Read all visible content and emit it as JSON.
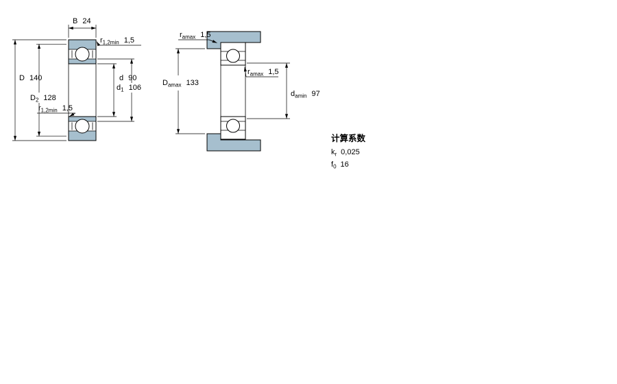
{
  "title": "Bearing dimension drawing",
  "drawing": {
    "fill_color": "#a6bfce",
    "line_color": "#000000",
    "background": "#ffffff"
  },
  "left_view": {
    "dim_B": {
      "symbol": "B",
      "value": "24"
    },
    "dim_r_top": {
      "symbol": "r",
      "sub": "1,2min",
      "value": "1,5"
    },
    "dim_D": {
      "symbol": "D",
      "value": "140"
    },
    "dim_D2": {
      "symbol": "D",
      "sub": "2",
      "value": "128"
    },
    "dim_d": {
      "symbol": "d",
      "value": "90"
    },
    "dim_d1": {
      "symbol": "d",
      "sub": "1",
      "value": "106"
    },
    "dim_r_bot": {
      "symbol": "r",
      "sub": "1,2min",
      "value": "1,5"
    }
  },
  "right_view": {
    "dim_ra_top": {
      "symbol": "r",
      "sub": "amax",
      "value": "1,5"
    },
    "dim_Da": {
      "symbol": "D",
      "sub": "amax",
      "value": "133"
    },
    "dim_ra_mid": {
      "symbol": "r",
      "sub": "amax",
      "value": "1,5"
    },
    "dim_da": {
      "symbol": "d",
      "sub": "amin",
      "value": "97"
    }
  },
  "factors": {
    "title": "计算系数",
    "rows": [
      {
        "symbol": "k",
        "sub": "r",
        "value": "0,025"
      },
      {
        "symbol": "f",
        "sub": "0",
        "value": "16"
      }
    ]
  }
}
